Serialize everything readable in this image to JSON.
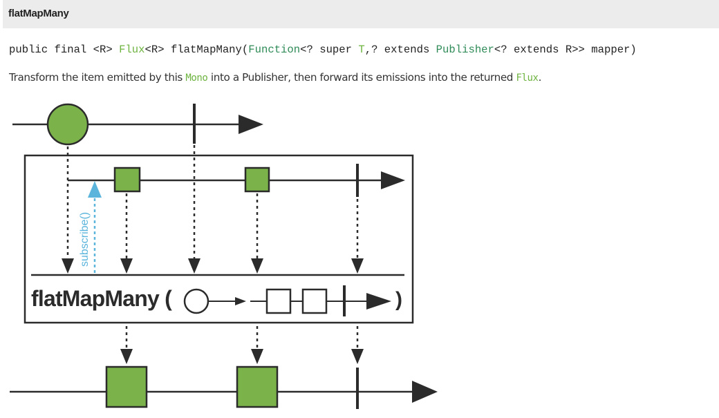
{
  "header": {
    "title": "flatMapMany"
  },
  "signature": {
    "prefix": "public final <R> ",
    "return_type": "Flux",
    "after_return": "<R> flatMapMany(",
    "param_type": "Function",
    "mid1": "<? super ",
    "type_var": "T",
    "mid2": ",? extends ",
    "publisher": "Publisher",
    "suffix": "<? extends R>> mapper)"
  },
  "description": {
    "part1": "Transform the item emitted by this ",
    "mono": "Mono",
    "part2": " into a Publisher, then forward its emissions into the returned ",
    "flux": "Flux",
    "part3": "."
  },
  "diagram": {
    "operator_label": "flatMapMany (",
    "closing_paren": ")",
    "subscribe_label": "subscribe()",
    "colors": {
      "item_fill": "#7bb249",
      "line": "#2b2b2b",
      "subscribe": "#5ab4dc"
    }
  }
}
